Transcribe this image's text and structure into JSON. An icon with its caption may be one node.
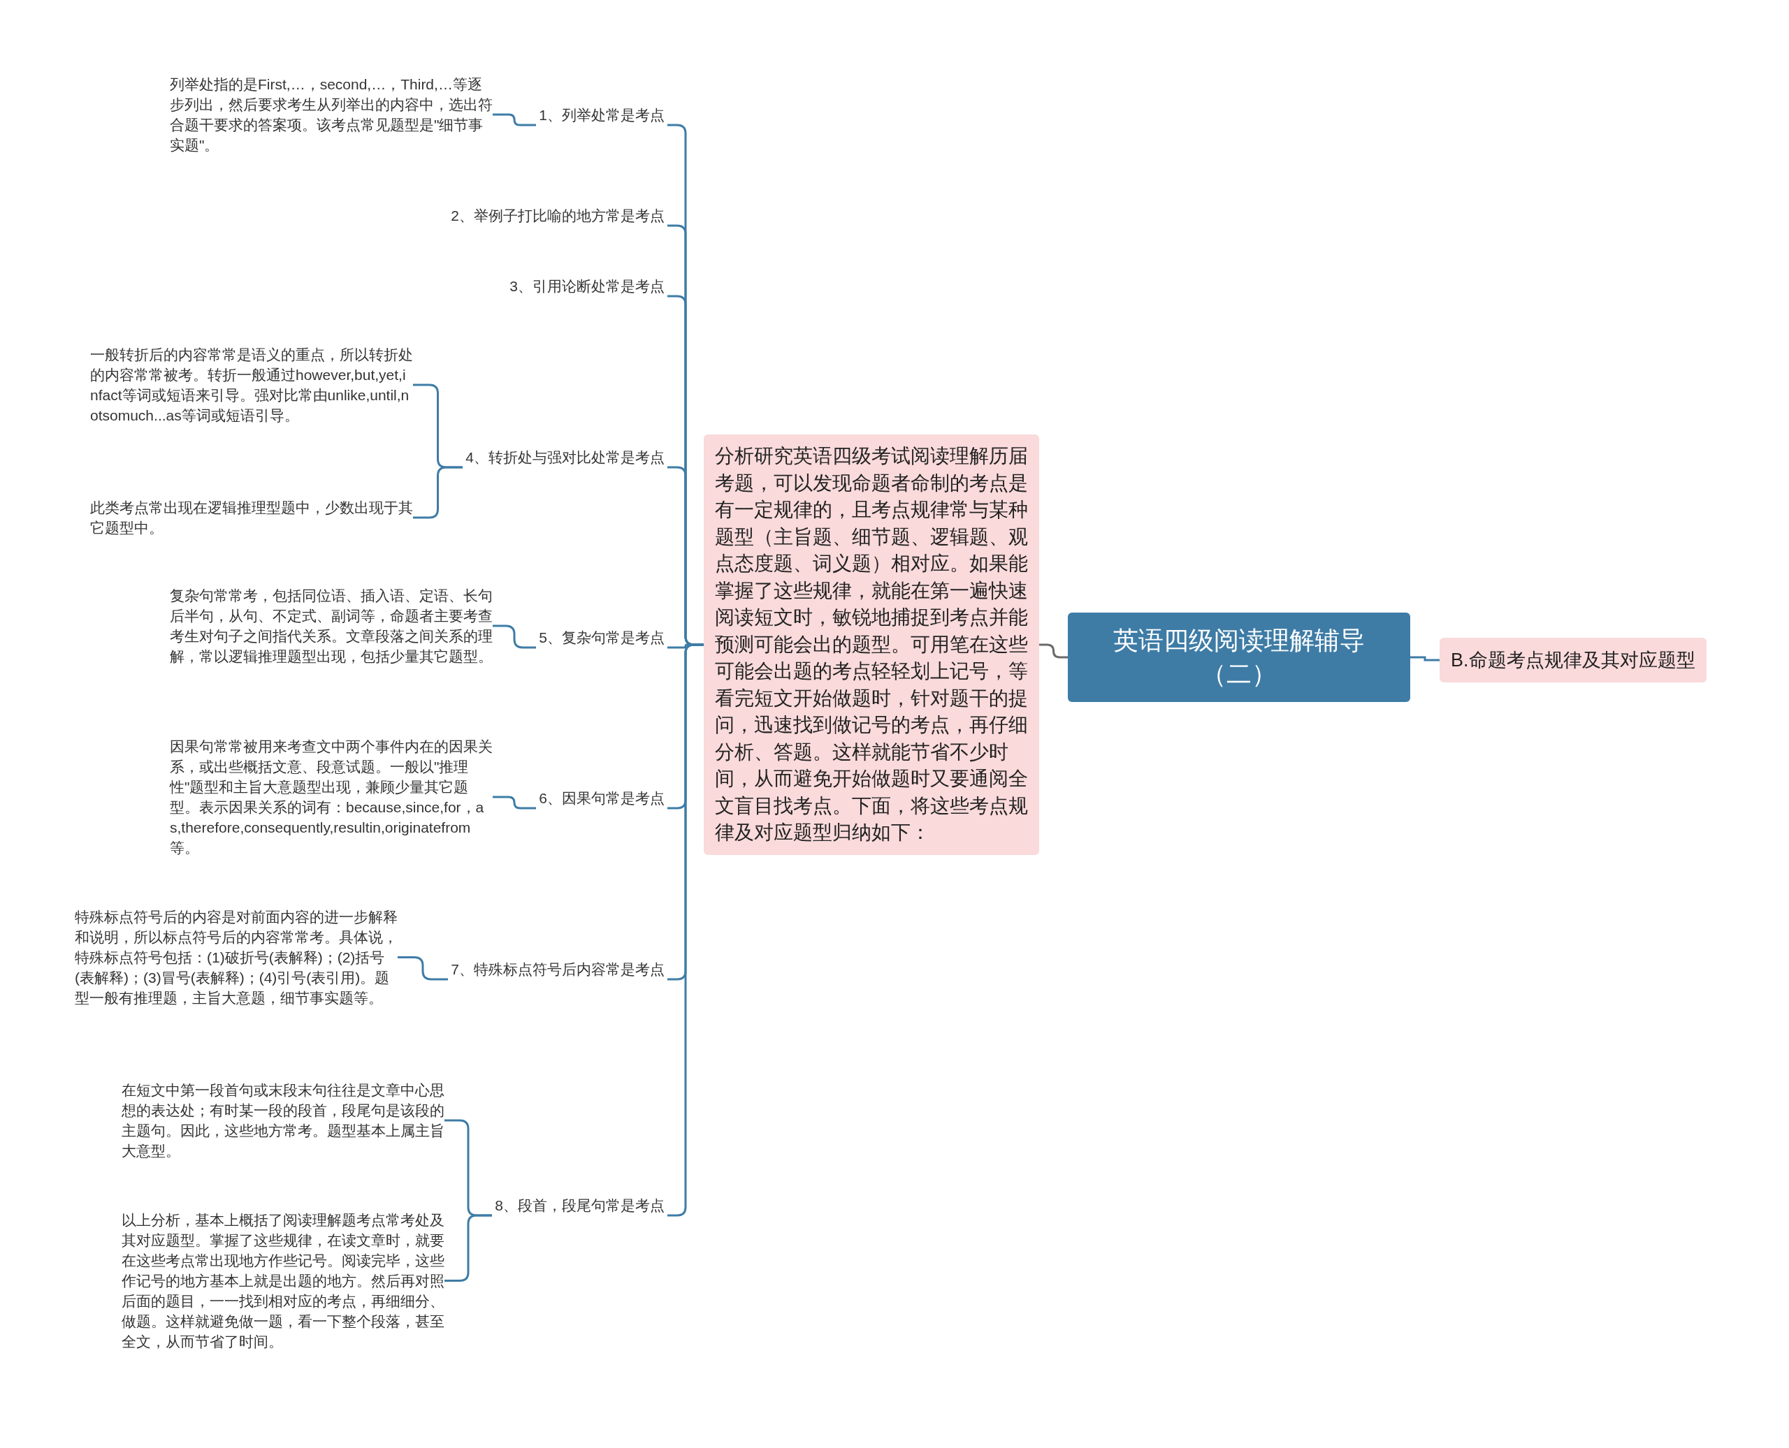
{
  "diagram": {
    "nodes": [
      {
        "text": [
          "英语四级阅读理解辅导（二）"
        ]
      },
      {
        "text": [
          "B.命题考点规律及其对应题型"
        ]
      },
      {
        "text": [
          "分析研究英语四级考试阅读理解历届考题，可以发现命题者命制的考点是有一定规律的，且考点规律常与某种题型（主旨题、细节题、逻辑题、观点态度题、词义题）相对应。如果能掌握了这些规律，就能在第一遍快速阅读短文时，敏锐地捕捉到考点并能预测可能会出的题型。可用笔在这些可能会出题的考点轻轻划上记号，等看完短文开始做题时，针对题干的提问，迅速找到做记号的考点，再仔细分析、答题。这样就能节省不少时间，从而避免开始做题时又要通阅全文盲目找考点。下面，将这些考点规律及对应题型归纳如下："
        ]
      },
      {
        "text": [
          "1、列举处常是考点"
        ]
      },
      {
        "text": [
          "列举处指的是First,…，second,…，Third,…等逐步列出，然后要求考生从列举出的内容中，选出符合题干要求的答案项。该考点常见题型是\"细节事实题\"。"
        ]
      },
      {
        "text": [
          "2、举例子打比喻的地方常是考点"
        ]
      },
      {
        "text": [
          "3、引用论断处常是考点"
        ]
      },
      {
        "text": [
          "4、转折处与强对比处常是考点"
        ]
      },
      {
        "text": [
          "一般转折后的内容常常是语义的重点，所以转折处的内容常常被考。转折一般通过however,but,yet,infact等词或短语来引导。强对比常由unlike,until,notsomuch...as等词或短语引导。"
        ]
      },
      {
        "text": [
          "此类考点常出现在逻辑推理型题中，少数出现于其它题型中。"
        ]
      },
      {
        "text": [
          "5、复杂句常是考点"
        ]
      },
      {
        "text": [
          "复杂句常常考，包括同位语、插入语、定语、长句后半句，从句、不定式、副词等，命题者主要考查考生对句子之间指代关系。文章段落之间关系的理解，常以逻辑推理题型出现，包括少量其它题型。"
        ]
      },
      {
        "text": [
          "6、因果句常是考点"
        ]
      },
      {
        "text": [
          "因果句常常被用来考查文中两个事件内在的因果关系，或出些概括文意、段意试题。一般以\"推理性\"题型和主旨大意题型出现，兼顾少量其它题型。表示因果关系的词有：because,since,for，as,therefore,consequently,resultin,originatefrom等。"
        ]
      },
      {
        "text": [
          "7、特殊标点符号后内容常是考点"
        ]
      },
      {
        "text": [
          "特殊标点符号后的内容是对前面内容的进一步解释和说明，所以标点符号后的内容常常考。具体说，特殊标点符号包括：(1)破折号(表解释)；(2)括号(表解释)；(3)冒号(表解释)；(4)引号(表引用)。题型一般有推理题，主旨大意题，细节事实题等。"
        ]
      },
      {
        "text": [
          "8、段首，段尾句常是考点"
        ]
      },
      {
        "text": [
          "在短文中第一段首句或末段末句往往是文章中心思想的表达处；有时某一段的段首，段尾句是该段的主题句。因此，这些地方常考。题型基本上属主旨大意型。"
        ]
      },
      {
        "text": [
          "以上分析，基本上概括了阅读理解题考点常考处及其对应题型。掌握了这些规律，在读文章时，就要在这些考点常出现地方作些记号。阅读完毕，这些作记号的地方基本上就是出题的地方。然后再对照后面的题目，一一找到相对应的考点，再细细分、做题。这样就避免做一题，看一下整个段落，甚至全文，从而节省了时间。"
        ]
      }
    ],
    "edges": [
      {
        "from": 0,
        "to": 1,
        "arrow": "none"
      },
      {
        "from": 0,
        "to": 2,
        "arrow": "none",
        "color": "#6b6b6b"
      },
      {
        "from": 2,
        "to": 3,
        "arrow": "none"
      },
      {
        "from": 3,
        "to": 4,
        "arrow": "none"
      },
      {
        "from": 2,
        "to": 5,
        "arrow": "none"
      },
      {
        "from": 2,
        "to": 6,
        "arrow": "none"
      },
      {
        "from": 2,
        "to": 7,
        "arrow": "none"
      },
      {
        "from": 7,
        "to": 8,
        "arrow": "none"
      },
      {
        "from": 7,
        "to": 9,
        "arrow": "none"
      },
      {
        "from": 2,
        "to": 10,
        "arrow": "none"
      },
      {
        "from": 10,
        "to": 11,
        "arrow": "none"
      },
      {
        "from": 2,
        "to": 12,
        "arrow": "none"
      },
      {
        "from": 12,
        "to": 13,
        "arrow": "none"
      },
      {
        "from": 2,
        "to": 14,
        "arrow": "none"
      },
      {
        "from": 14,
        "to": 15,
        "arrow": "none"
      },
      {
        "from": 2,
        "to": 16,
        "arrow": "none"
      },
      {
        "from": 16,
        "to": 17,
        "arrow": "none"
      },
      {
        "from": 16,
        "to": 18,
        "arrow": "none"
      }
    ]
  }
}
